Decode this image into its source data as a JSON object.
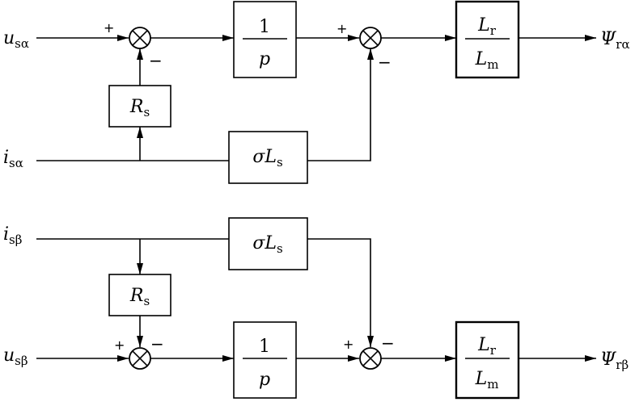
{
  "top": {
    "input_u": {
      "main": "u",
      "sub": "sα"
    },
    "input_i": {
      "main": "i",
      "sub": "sα"
    },
    "output": {
      "main": "Ψ",
      "sub": "rα"
    },
    "resistor": {
      "main": "R",
      "sub": "s"
    },
    "inductance": {
      "sigma": "σ",
      "main": "L",
      "sub": "s"
    },
    "integrator": {
      "num": "1",
      "den": "p"
    },
    "gain": {
      "num_main": "L",
      "num_sub": "r",
      "den_main": "L",
      "den_sub": "m"
    },
    "sum1_signs": {
      "a": "+",
      "b": "−"
    },
    "sum2_signs": {
      "a": "+",
      "b": "−"
    }
  },
  "bottom": {
    "input_u": {
      "main": "u",
      "sub": "sβ"
    },
    "input_i": {
      "main": "i",
      "sub": "sβ"
    },
    "output": {
      "main": "Ψ",
      "sub": "rβ"
    },
    "resistor": {
      "main": "R",
      "sub": "s"
    },
    "inductance": {
      "sigma": "σ",
      "main": "L",
      "sub": "s"
    },
    "integrator": {
      "num": "1",
      "den": "p"
    },
    "gain": {
      "num_main": "L",
      "num_sub": "r",
      "den_main": "L",
      "den_sub": "m"
    },
    "sum1_signs": {
      "a": "+",
      "b": "−"
    },
    "sum2_signs": {
      "a": "+",
      "b": "−"
    }
  }
}
